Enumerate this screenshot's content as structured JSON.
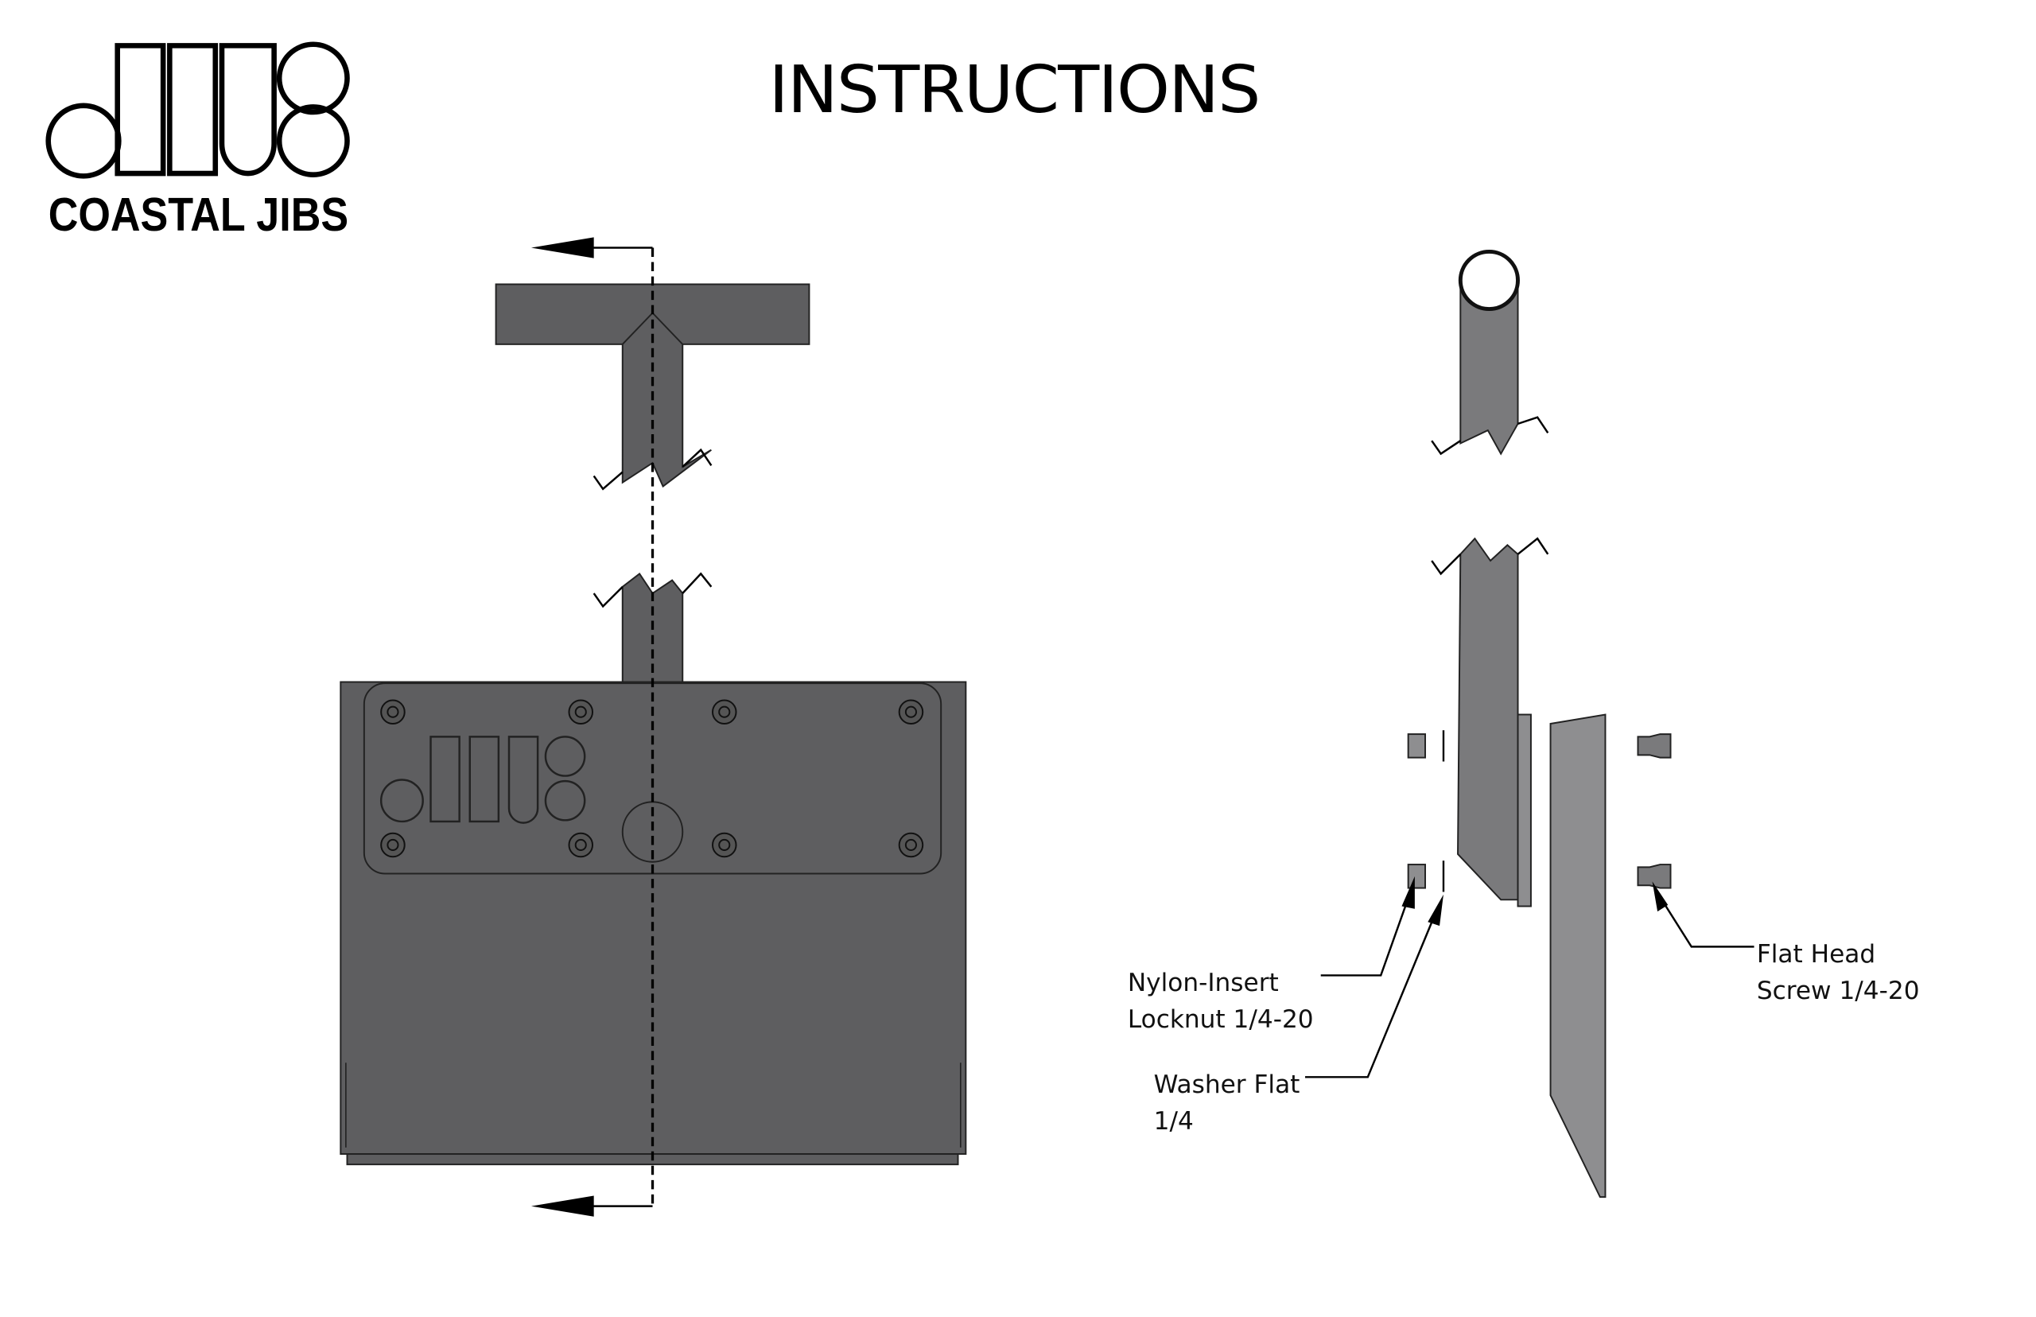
{
  "header": {
    "title": "INSTRUCTIONS",
    "brand_name": "COASTAL JIBS"
  },
  "labels": {
    "locknut_line1": "Nylon-Insert",
    "locknut_line2": "Locknut 1/4-20",
    "washer_line1": "Washer Flat",
    "washer_line2": "1/4",
    "screw_line1": "Flat Head",
    "screw_line2": "Screw 1/4-20"
  },
  "colors": {
    "metal": "#5e5e60",
    "metal_light": "#8e8e90"
  }
}
